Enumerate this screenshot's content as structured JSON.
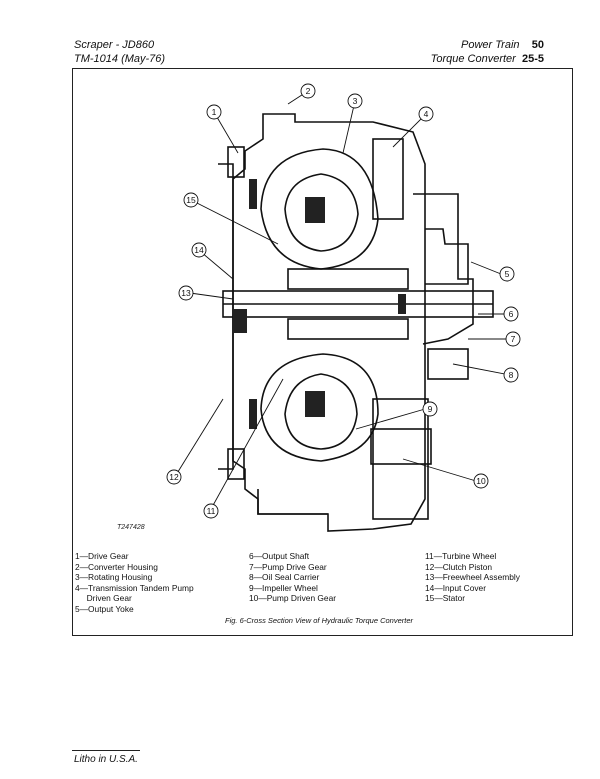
{
  "header": {
    "left_line1": "Scraper - JD860",
    "left_line2": "TM-1014  (May-76)",
    "right_title": "Power Train",
    "right_page": "50",
    "right_subtitle": "Torque Converter",
    "right_section": "25-5"
  },
  "figure": {
    "id_code": "T247428",
    "callouts": [
      "1",
      "2",
      "3",
      "4",
      "5",
      "6",
      "7",
      "8",
      "9",
      "10",
      "11",
      "12",
      "13",
      "14",
      "15"
    ],
    "caption": "Fig. 6-Cross Section View of Hydraulic Torque Converter"
  },
  "legend": {
    "column1": [
      "1—Drive Gear",
      "2—Converter Housing",
      "3—Rotating Housing",
      "4—Transmission Tandem Pump",
      "     Driven Gear",
      "5—Output Yoke"
    ],
    "column2": [
      "6—Output Shaft",
      "7—Pump Drive Gear",
      "8—Oil Seal Carrier",
      "9—Impeller Wheel",
      "10—Pump Driven Gear"
    ],
    "column3": [
      "11—Turbine Wheel",
      "12—Clutch Piston",
      "13—Freewheel Assembly",
      "14—Input Cover",
      "15—Stator"
    ]
  },
  "footer": {
    "text": "Litho in U.S.A."
  }
}
